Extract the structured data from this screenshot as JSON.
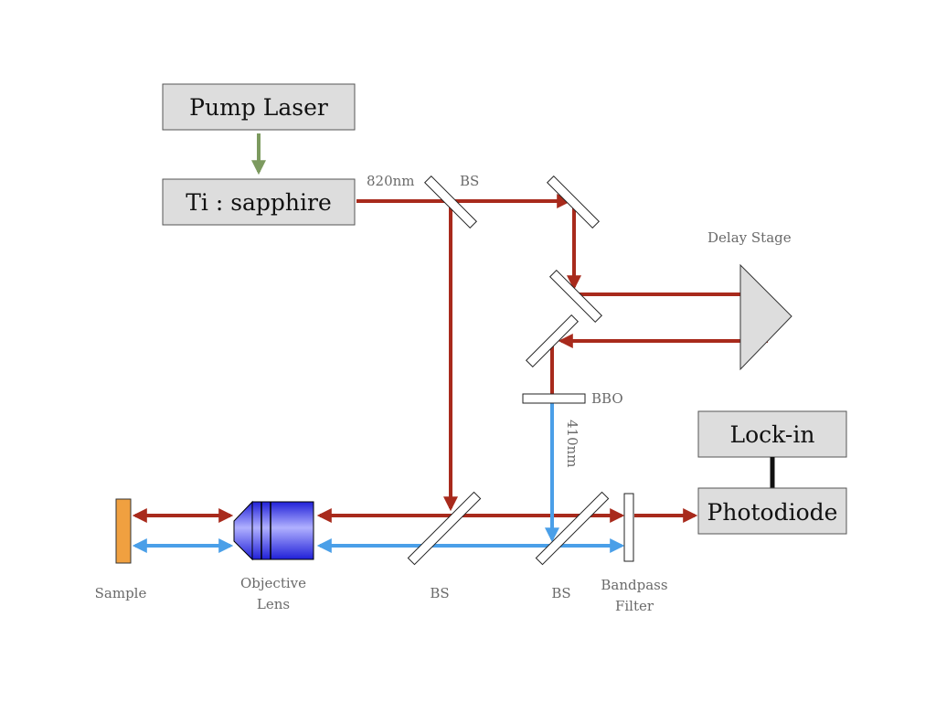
{
  "boxes": {
    "pump_laser": "Pump Laser",
    "ti_sapphire": "Ti : sapphire",
    "lock_in": "Lock-in",
    "photodiode": "Photodiode"
  },
  "labels": {
    "wavelength_820": "820nm",
    "bs_top": "BS",
    "delay_stage": "Delay Stage",
    "bbo": "BBO",
    "wavelength_410": "410nm",
    "sample": "Sample",
    "objective_line1": "Objective",
    "objective_line2": "Lens",
    "bs_bottom_left": "BS",
    "bs_bottom_right": "BS",
    "bandpass_line1": "Bandpass",
    "bandpass_line2": "Filter"
  },
  "colors": {
    "red_beam": "#a82a1c",
    "blue_beam": "#4a9fe8",
    "pump_beam": "#7c9a5f",
    "sample": "#f0a040",
    "objective": "#3a3ae8"
  }
}
